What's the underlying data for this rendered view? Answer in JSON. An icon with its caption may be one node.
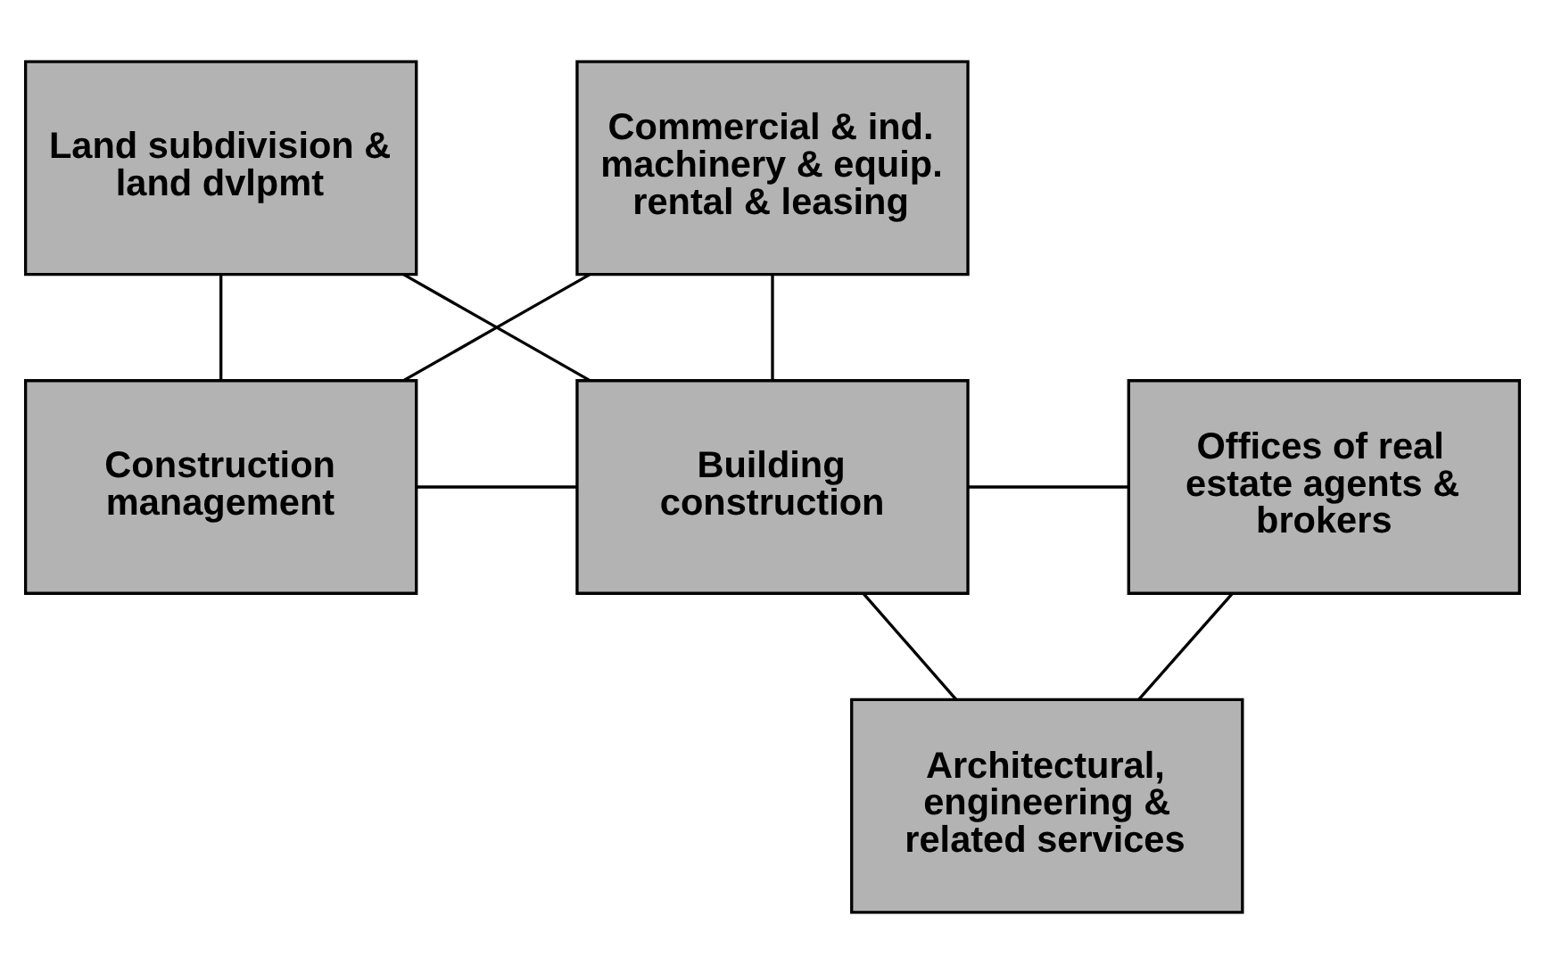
{
  "diagram": {
    "nodes": [
      {
        "text": [
          "Land subdivision & land dvlpmt"
        ]
      },
      {
        "text": [
          "Commercial & ind. machinery & equip. rental & leasing"
        ]
      },
      {
        "text": [
          "Construction management"
        ]
      },
      {
        "text": [
          "Building construction"
        ]
      },
      {
        "text": [
          "Offices of real estate agents & brokers"
        ]
      },
      {
        "text": [
          "Architectural, engineering & related services"
        ]
      }
    ],
    "edges": [
      {
        "from": 0,
        "to": 2,
        "arrow": "none"
      },
      {
        "from": 0,
        "to": 3,
        "arrow": "none"
      },
      {
        "from": 1,
        "to": 2,
        "arrow": "none"
      },
      {
        "from": 1,
        "to": 3,
        "arrow": "none"
      },
      {
        "from": 2,
        "to": 3,
        "arrow": "none"
      },
      {
        "from": 3,
        "to": 4,
        "arrow": "none"
      },
      {
        "from": 3,
        "to": 5,
        "arrow": "none"
      },
      {
        "from": 4,
        "to": 5,
        "arrow": "none"
      }
    ]
  }
}
